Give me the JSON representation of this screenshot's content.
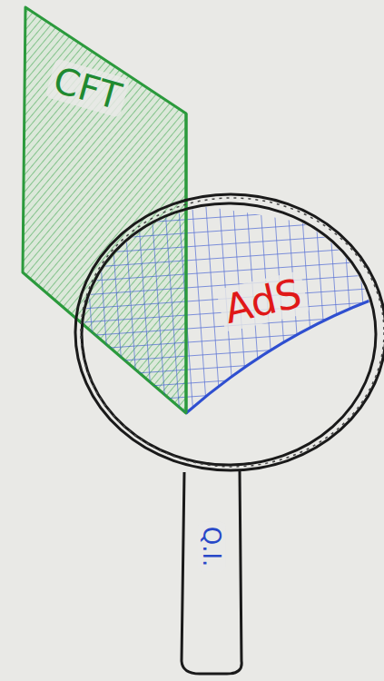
{
  "diagram": {
    "labels": [
      "CFT",
      "AdS",
      "Q.I."
    ]
  }
}
